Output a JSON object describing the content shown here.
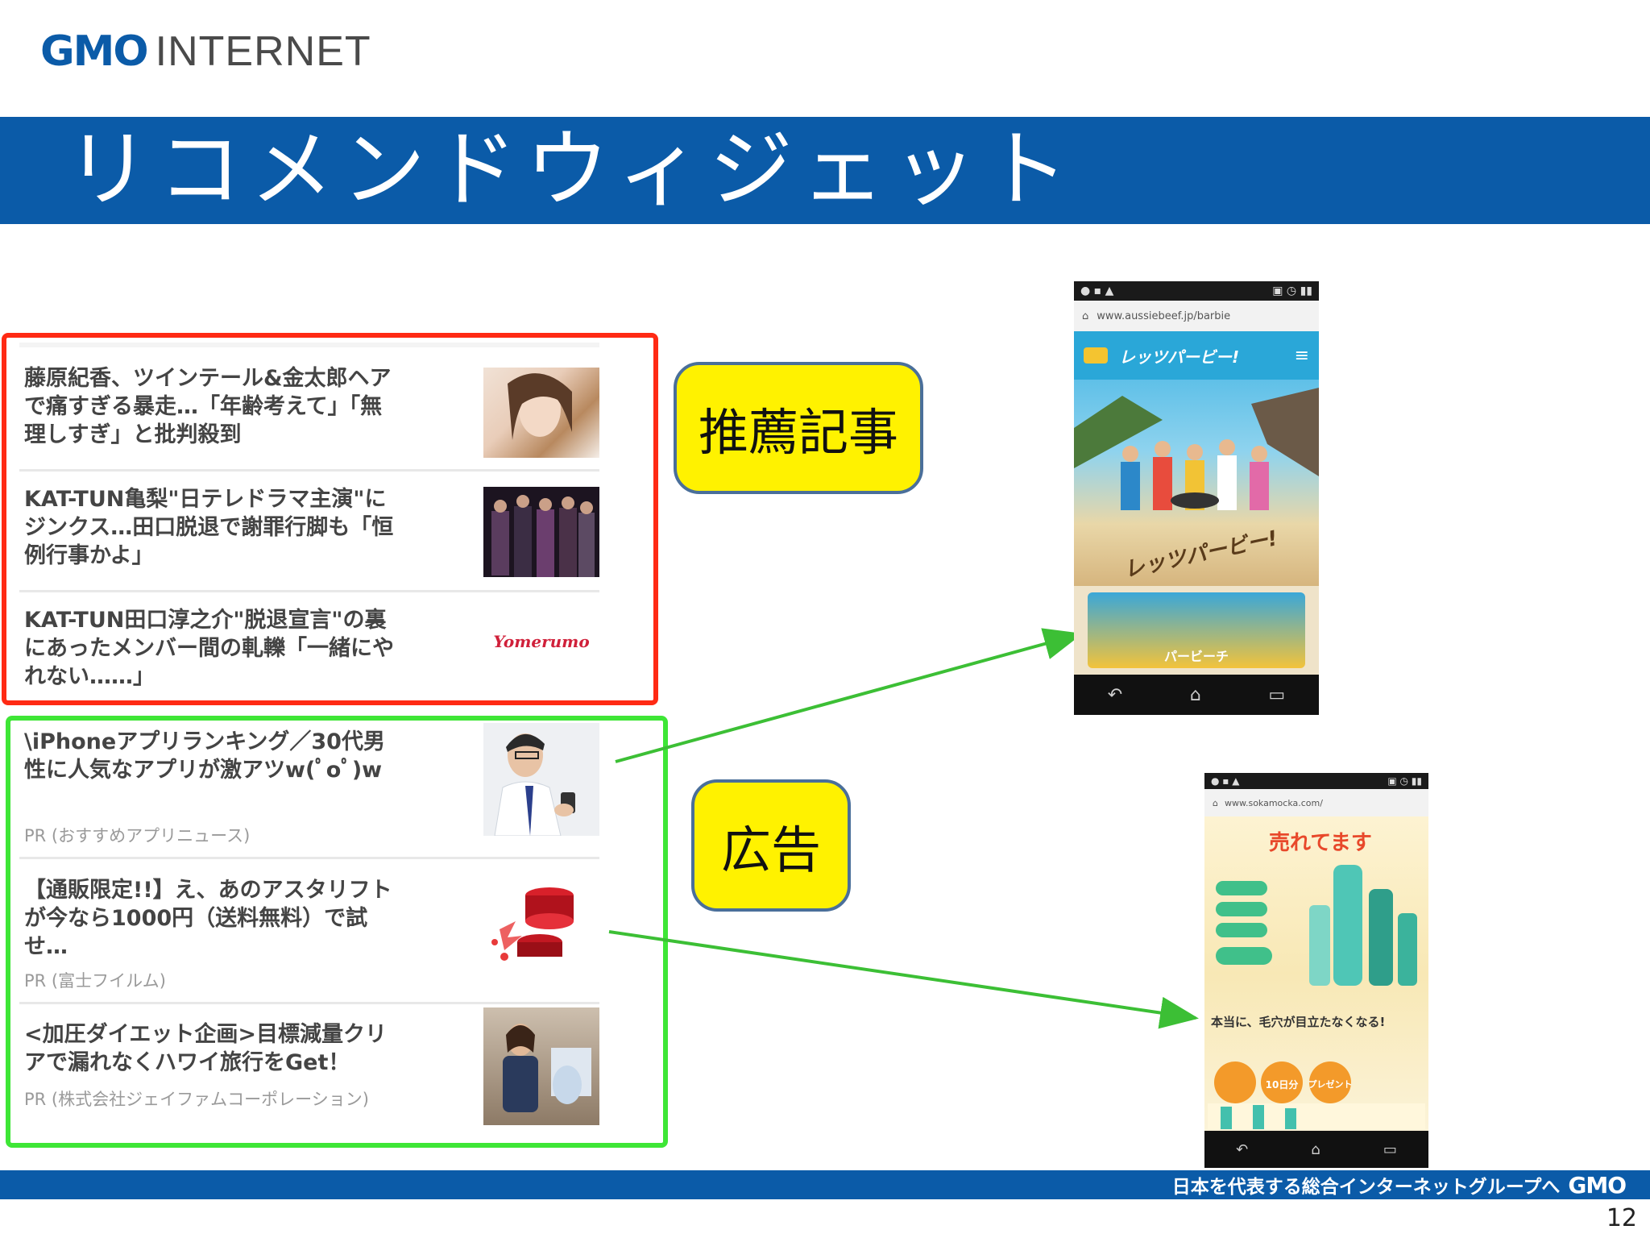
{
  "header": {
    "logo_gmo": "GMO",
    "logo_internet": "INTERNET",
    "title": "リコメンドウィジェット"
  },
  "recommended": [
    {
      "text": "藤原紀香、ツインテール&金太郎ヘアで痛すぎる暴走…「年齢考えて」「無理しすぎ」と批判殺到"
    },
    {
      "text": "KAT-TUN亀梨\"日テレドラマ主演\"にジンクス…田口脱退で謝罪行脚も「恒例行事かよ」"
    },
    {
      "text": "KAT-TUN田口淳之介\"脱退宣言\"の裏にあったメンバー間の軋轢「一緒にやれない……」",
      "thumb_logo": "Yomerumo"
    }
  ],
  "ads": [
    {
      "text": "\\iPhoneアプリランキング／30代男性に人気なアプリが激アツw(ﾟoﾟ)w",
      "pr": "PR (おすすめアプリニュース)"
    },
    {
      "text": "【通販限定!!】え、あのアスタリフトが今なら1000円（送料無料）で試せ…",
      "pr": "PR (富士フイルム)"
    },
    {
      "text": "<加圧ダイエット企画>目標減量クリアで漏れなくハワイ旅行をGet！",
      "pr": "PR (株式会社ジェイファムコーポレーション)"
    }
  ],
  "callouts": {
    "recommended_label": "推薦記事",
    "ad_label": "広告"
  },
  "phone1": {
    "url": "www.aussiebeef.jp/barbie",
    "banner_title": "レッツパービー!",
    "poster_title": "レッツパービー!",
    "promo_title": "パービーチ"
  },
  "phone2": {
    "url": "www.sokamocka.com/",
    "headline": "売れてます",
    "tagline": "本当に、毛穴が目立たなくなる!",
    "badge1": "10日分",
    "badge2": "プレゼント"
  },
  "footer": {
    "text": "日本を代表する総合インターネットグループへ",
    "logo": "GMO"
  },
  "page_number": "12",
  "colors": {
    "brand_blue": "#0b5ba8",
    "recommended_frame": "#ff2a14",
    "ad_frame": "#3ee636",
    "callout_fill": "#fff200",
    "arrow": "#3cbf35"
  }
}
